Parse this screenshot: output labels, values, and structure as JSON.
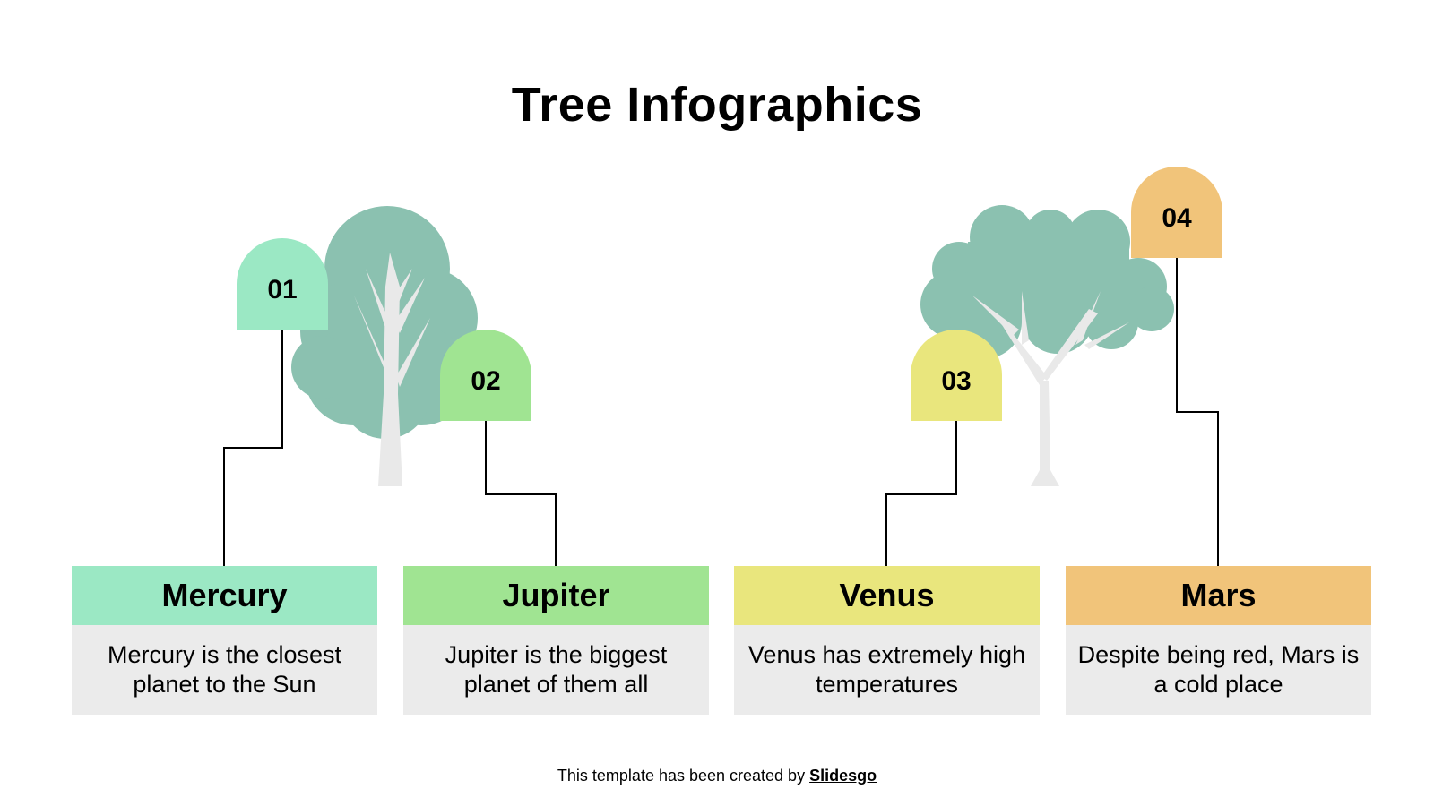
{
  "title": "Tree Infographics",
  "colors": {
    "tree_foliage": "#8bc1b0",
    "tree_trunk": "#e9e9e9",
    "card_body": "#ebebeb",
    "line": "#000000"
  },
  "items": [
    {
      "number": "01",
      "title": "Mercury",
      "text": "Mercury is the closest planet to the Sun",
      "color": "#9be8c4"
    },
    {
      "number": "02",
      "title": "Jupiter",
      "text": "Jupiter is the biggest planet of them all",
      "color": "#a0e492"
    },
    {
      "number": "03",
      "title": "Venus",
      "text": "Venus has extremely high temperatures",
      "color": "#e9e67d"
    },
    {
      "number": "04",
      "title": "Mars",
      "text": "Despite being red, Mars is a cold place",
      "color": "#f1c47a"
    }
  ],
  "footer": {
    "prefix": "This template has been created by ",
    "brand": "Slidesgo"
  }
}
